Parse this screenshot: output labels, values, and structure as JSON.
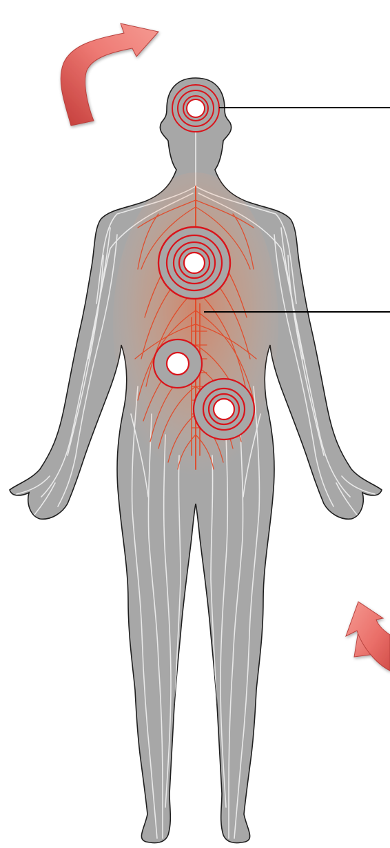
{
  "diagram": {
    "description_visible_text": "",
    "colors": {
      "background": "#ffffff",
      "body_fill": "#a7a7a7",
      "body_outline": "#1e1e1e",
      "nerve_white": "#e9e9e9",
      "nerve_red": "#e23b1a",
      "ring_red": "#d9141b",
      "pointer_line": "#000000",
      "arrow_red": "#e86a66",
      "arrow_dark": "#c73a37"
    },
    "icons": {
      "body": "human-body-silhouette-icon",
      "nerves": "nervous-system-icon",
      "pain_points": "pain-target-rings-icon",
      "arrows": "curved-arrow-icon"
    },
    "pain_points": [
      {
        "name": "head",
        "rings": 4
      },
      {
        "name": "upper-back",
        "rings": 5
      },
      {
        "name": "left-lower-back",
        "rings": 2
      },
      {
        "name": "right-lower-back",
        "rings": 4
      }
    ],
    "pointer_lines": 2,
    "arrows": 2
  }
}
